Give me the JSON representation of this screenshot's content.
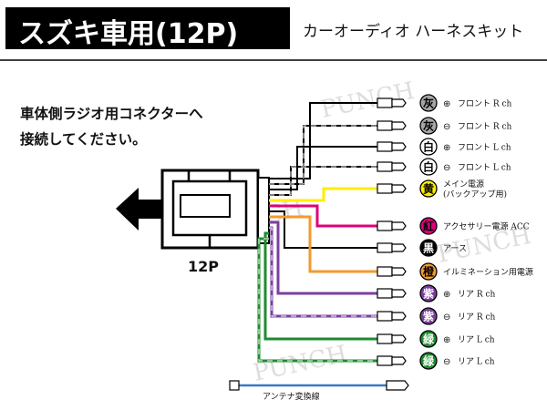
{
  "title": "スズキ車用(12P)",
  "subtitle": "カーオーディオ ハーネスキット",
  "instruction": "車体側ラジオ用コネクターへ\n接続してください。",
  "connector_label": "12P",
  "watermark": "PUNCH",
  "wires": [
    {
      "color_char": "灰",
      "circle_fill": "#a6a6a6",
      "char_color": "#000",
      "wire_color": "#000000",
      "polarity": "⊕",
      "label": "フロント R ch"
    },
    {
      "color_char": "灰",
      "circle_fill": "#a6a6a6",
      "char_color": "#000",
      "wire_color": "#000000",
      "polarity": "⊖",
      "label": "フロント R ch",
      "striped": true
    },
    {
      "color_char": "白",
      "circle_fill": "#ffffff",
      "char_color": "#000",
      "wire_color": "#000000",
      "polarity": "⊕",
      "label": "フロント L ch"
    },
    {
      "color_char": "白",
      "circle_fill": "#ffffff",
      "char_color": "#000",
      "wire_color": "#000000",
      "polarity": "⊖",
      "label": "フロント L ch",
      "striped": true
    },
    {
      "color_char": "黄",
      "circle_fill": "#ffee00",
      "char_color": "#000",
      "wire_color": "#ffee00",
      "polarity": "",
      "label": "メイン電源",
      "sublabel": "(バックアップ用)"
    },
    {
      "color_char": "紅",
      "circle_fill": "#e0007a",
      "char_color": "#000",
      "wire_color": "#e0007a",
      "polarity": "",
      "label": "アクセサリー電源 ACC"
    },
    {
      "color_char": "黒",
      "circle_fill": "#000000",
      "char_color": "#fff",
      "wire_color": "#000000",
      "polarity": "",
      "label": "アース"
    },
    {
      "color_char": "橙",
      "circle_fill": "#f29a2e",
      "char_color": "#000",
      "wire_color": "#f29a2e",
      "polarity": "",
      "label": "イルミネーション用電源"
    },
    {
      "color_char": "紫",
      "circle_fill": "#7b3fa0",
      "char_color": "#fff",
      "wire_color": "#7b3fa0",
      "polarity": "⊕",
      "label": "リア R ch"
    },
    {
      "color_char": "紫",
      "circle_fill": "#7b3fa0",
      "char_color": "#fff",
      "wire_color": "#7b3fa0",
      "polarity": "⊖",
      "label": "リア R ch",
      "striped": true
    },
    {
      "color_char": "緑",
      "circle_fill": "#1e8c2e",
      "char_color": "#fff",
      "wire_color": "#1e8c2e",
      "polarity": "⊕",
      "label": "リア L ch"
    },
    {
      "color_char": "緑",
      "circle_fill": "#1e8c2e",
      "char_color": "#fff",
      "wire_color": "#1e8c2e",
      "polarity": "⊖",
      "label": "リア L ch",
      "striped": true
    }
  ],
  "antenna_label": "アンテナ変換線"
}
